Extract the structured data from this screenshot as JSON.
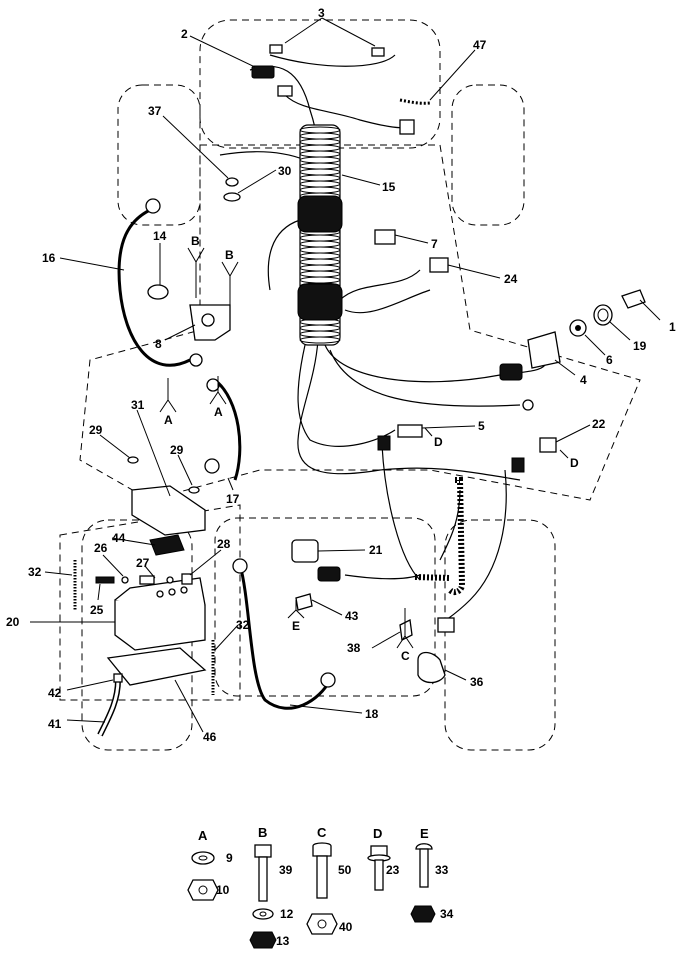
{
  "callouts": {
    "c1": "1",
    "c2": "2",
    "c3": "3",
    "c4": "4",
    "c5": "5",
    "c6": "6",
    "c7": "7",
    "c8": "8",
    "c14": "14",
    "c15": "15",
    "c16": "16",
    "c17": "17",
    "c18": "18",
    "c19": "19",
    "c20": "20",
    "c21": "21",
    "c22": "22",
    "c24": "24",
    "c25": "25",
    "c26": "26",
    "c27": "27",
    "c28": "28",
    "c29a": "29",
    "c29b": "29",
    "c30": "30",
    "c31": "31",
    "c32a": "32",
    "c32b": "32",
    "c36": "36",
    "c37": "37",
    "c38": "38",
    "c41": "41",
    "c42": "42",
    "c43": "43",
    "c44": "44",
    "c46": "46",
    "c47": "47"
  },
  "refs": {
    "a1": "A",
    "a2": "A",
    "b1": "B",
    "b2": "B",
    "c1": "C",
    "d1": "D",
    "d2": "D",
    "e1": "E"
  },
  "hardware_legend": [
    {
      "group": "A",
      "items": [
        {
          "id": "9"
        },
        {
          "id": "10"
        }
      ]
    },
    {
      "group": "B",
      "items": [
        {
          "id": "39"
        },
        {
          "id": "12"
        },
        {
          "id": "13"
        }
      ]
    },
    {
      "group": "C",
      "items": [
        {
          "id": "50"
        },
        {
          "id": "40"
        }
      ]
    },
    {
      "group": "D",
      "items": [
        {
          "id": "23"
        }
      ]
    },
    {
      "group": "E",
      "items": [
        {
          "id": "33"
        },
        {
          "id": "34"
        }
      ]
    }
  ]
}
